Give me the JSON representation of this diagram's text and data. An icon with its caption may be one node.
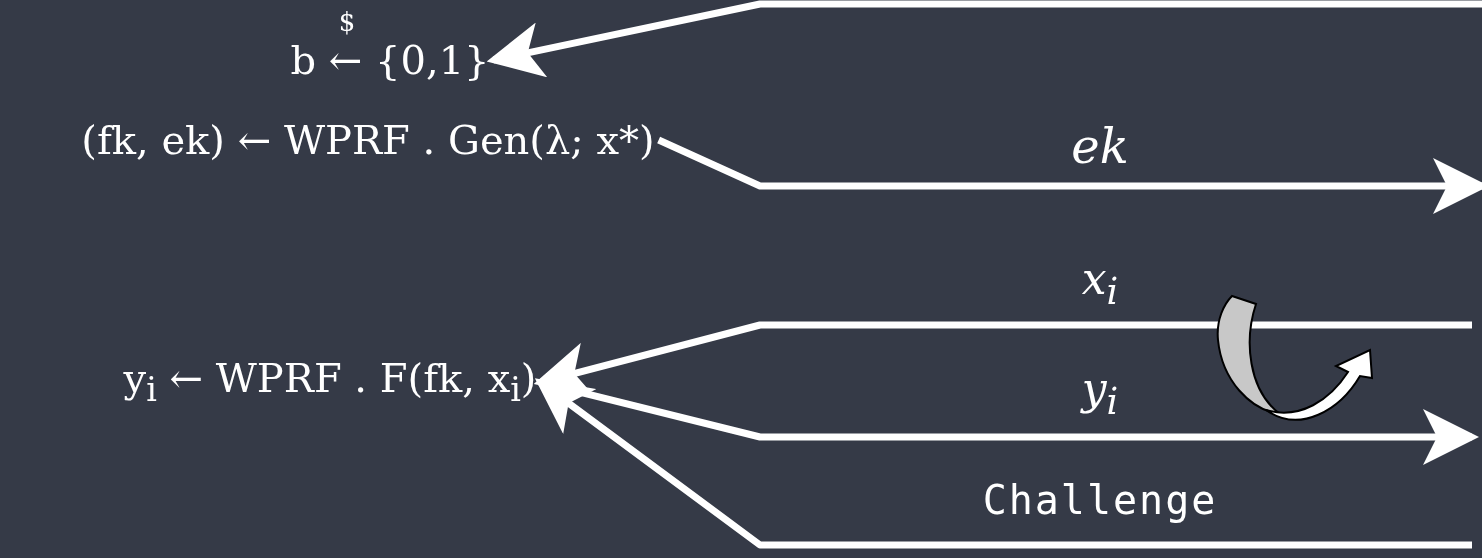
{
  "diagram": {
    "nodes": [
      {
        "text": [
          "b ← {0,1}"
        ]
      },
      {
        "text": [
          "(fk, ek) ← WPRF . Gen(λ; x*)"
        ]
      },
      {
        "text": [
          "y$_{i}$ ← WPRF . F(fk, x$_{i}$)"
        ]
      }
    ],
    "edges": [
      {
        "from": null,
        "to": 0,
        "arrow": "to"
      },
      {
        "from": 1,
        "to": null,
        "arrow": "to",
        "label": "ek"
      },
      {
        "from": null,
        "to": 2,
        "arrow": "to",
        "label": "x$_{i}$"
      },
      {
        "from": 2,
        "to": null,
        "arrow": "to",
        "label": "y$_{i}$"
      },
      {
        "from": null,
        "to": 2,
        "arrow": "to",
        "label": "Challenge"
      }
    ],
    "labels": [
      "$"
    ]
  }
}
